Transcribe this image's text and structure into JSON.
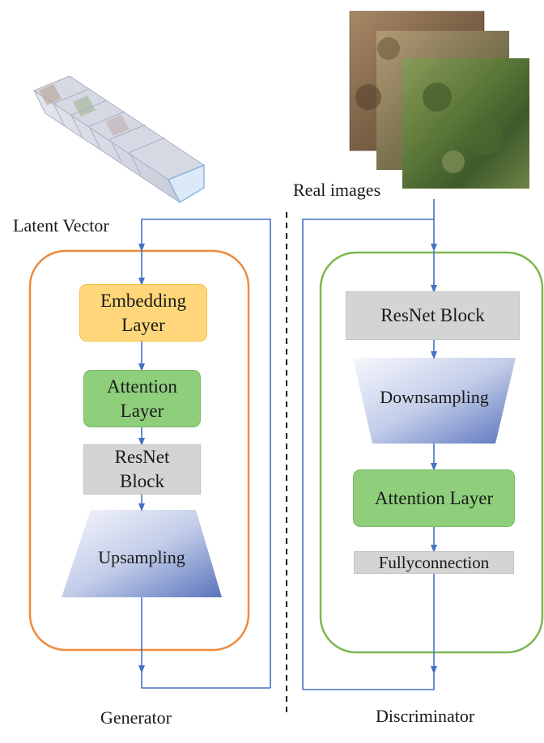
{
  "labels": {
    "latent_vector": "Latent Vector",
    "real_images": "Real images",
    "generator": "Generator",
    "discriminator": "Discriminator"
  },
  "generator": {
    "embedding_layer": "Embedding\nLayer",
    "attention_layer": "Attention\nLayer",
    "resnet_block": "ResNet\nBlock",
    "upsampling": "Upsampling"
  },
  "discriminator": {
    "resnet_block": "ResNet Block",
    "downsampling": "Downsampling",
    "attention_layer": "Attention Layer",
    "fullyconnection": "Fullyconnection"
  },
  "colors": {
    "generator_frame": "#ef8a3c",
    "discriminator_frame": "#7ab84f",
    "arrow": "#4472c4",
    "embedding_fill": "#ffd77a",
    "attention_fill": "#8fcf7c",
    "resnet_fill": "#d4d4d4",
    "sampling_fill": "#7f96d0"
  }
}
